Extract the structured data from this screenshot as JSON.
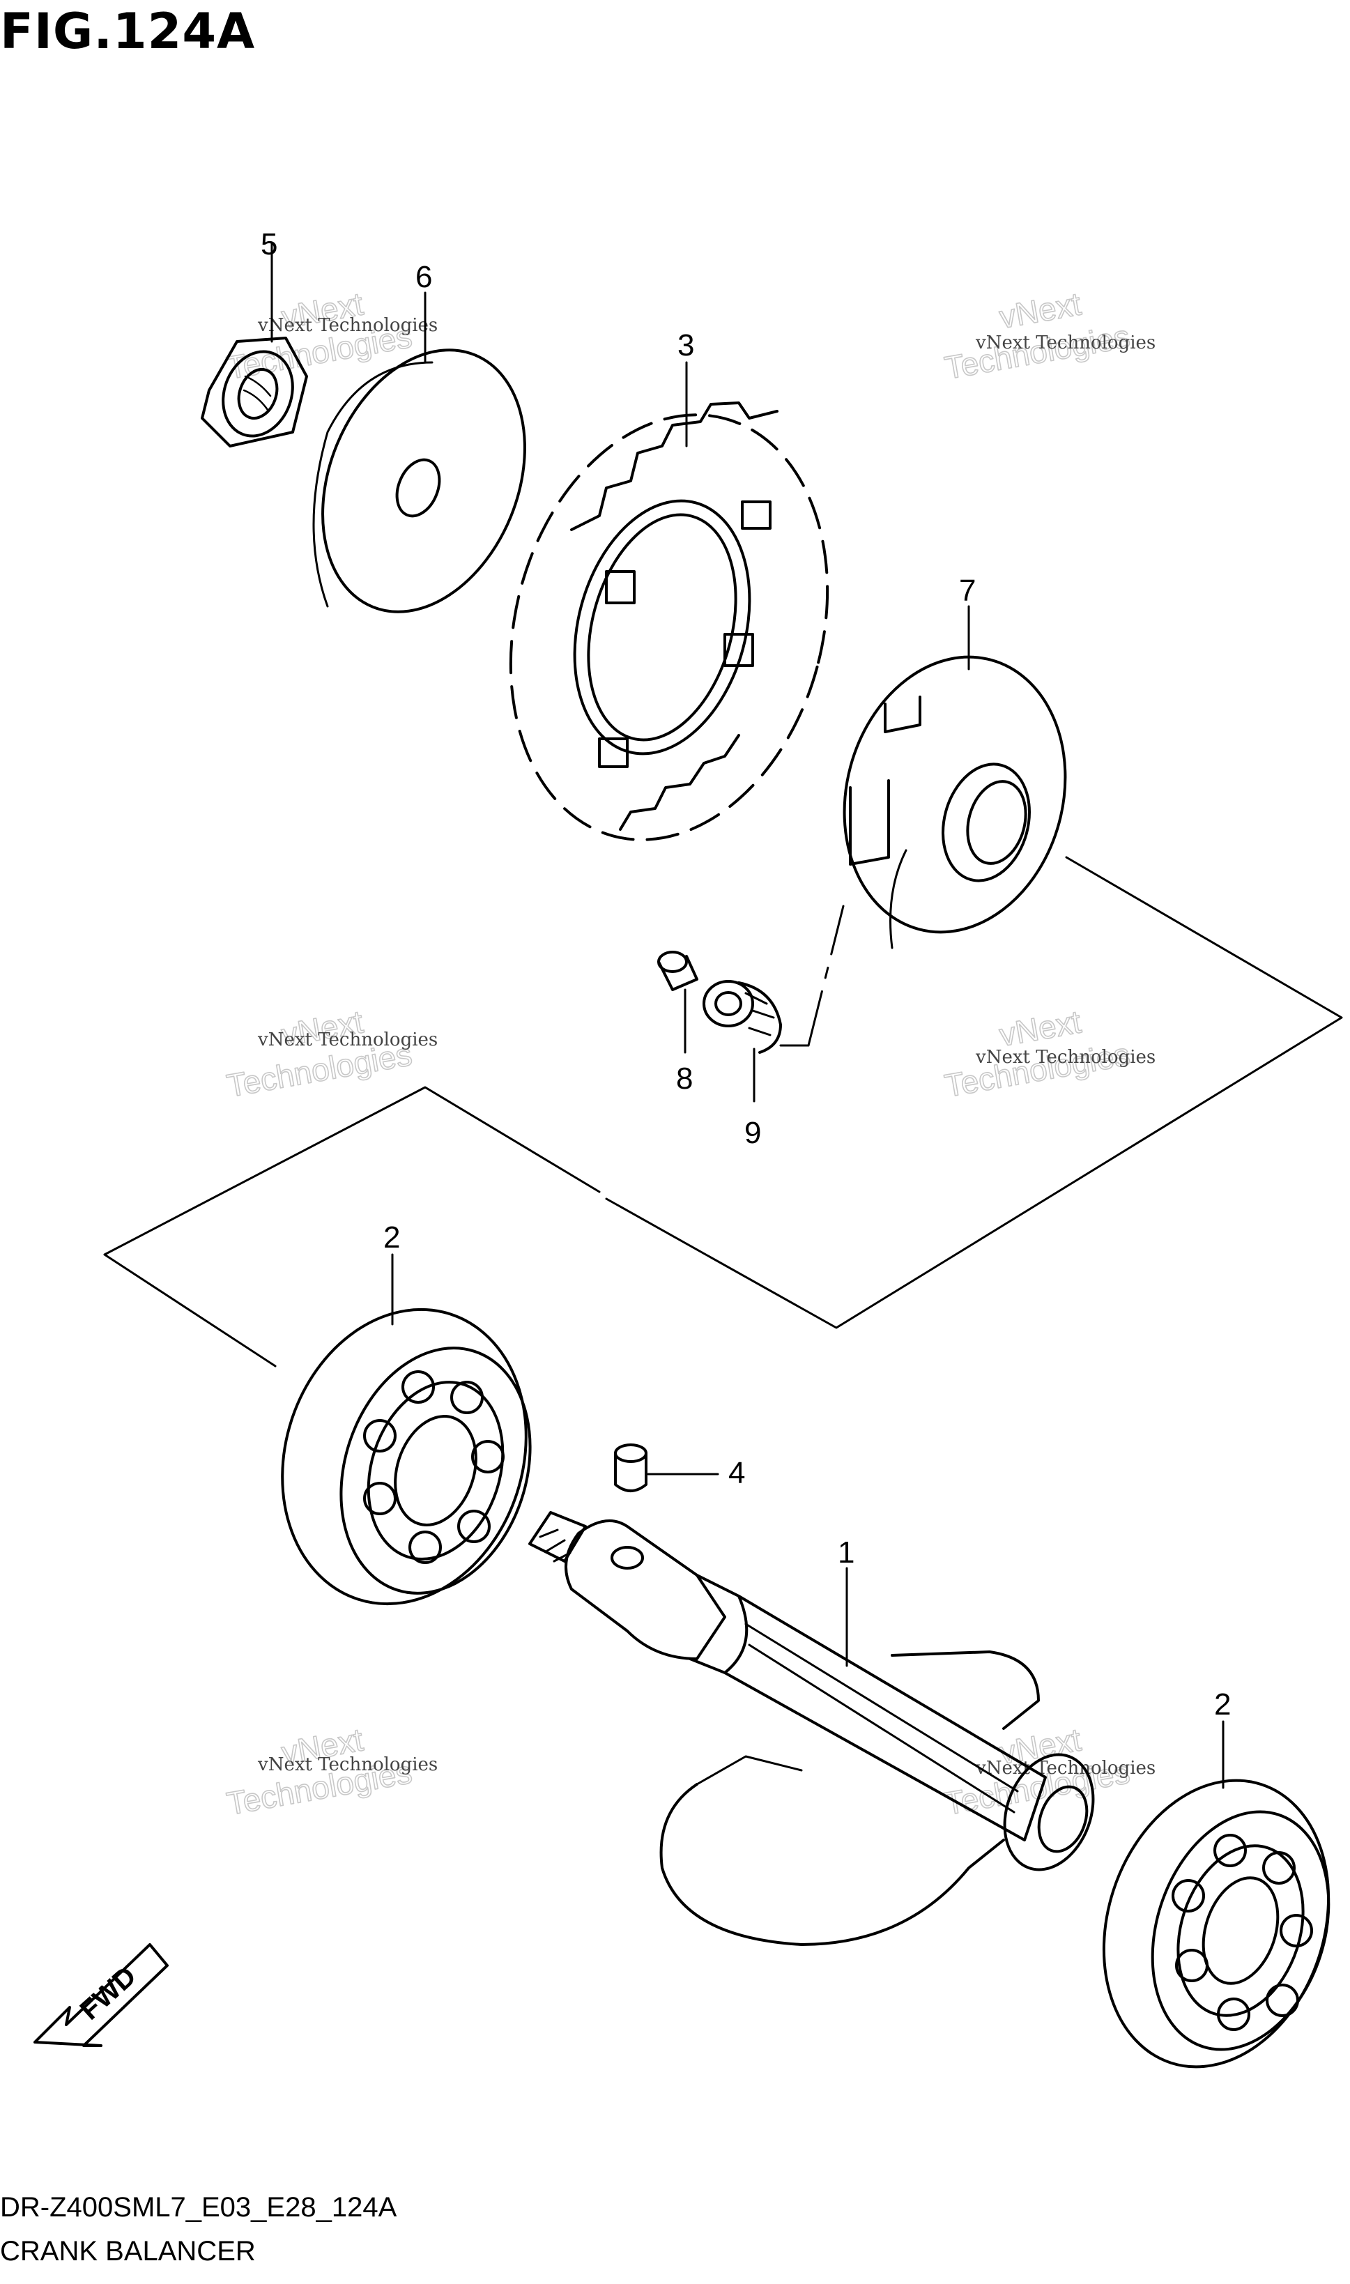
{
  "figure": {
    "title": "FIG.124A",
    "model_code": "DR-Z400SML7_E03_E28_124A",
    "caption": "CRANK BALANCER"
  },
  "callouts": [
    "5",
    "6",
    "3",
    "7",
    "8",
    "9",
    "2",
    "4",
    "1",
    "2"
  ],
  "watermark": {
    "line1": "vNext Technologies",
    "line2a": "vNext",
    "line2b": "Technologies"
  },
  "fwd_label": "FWD"
}
